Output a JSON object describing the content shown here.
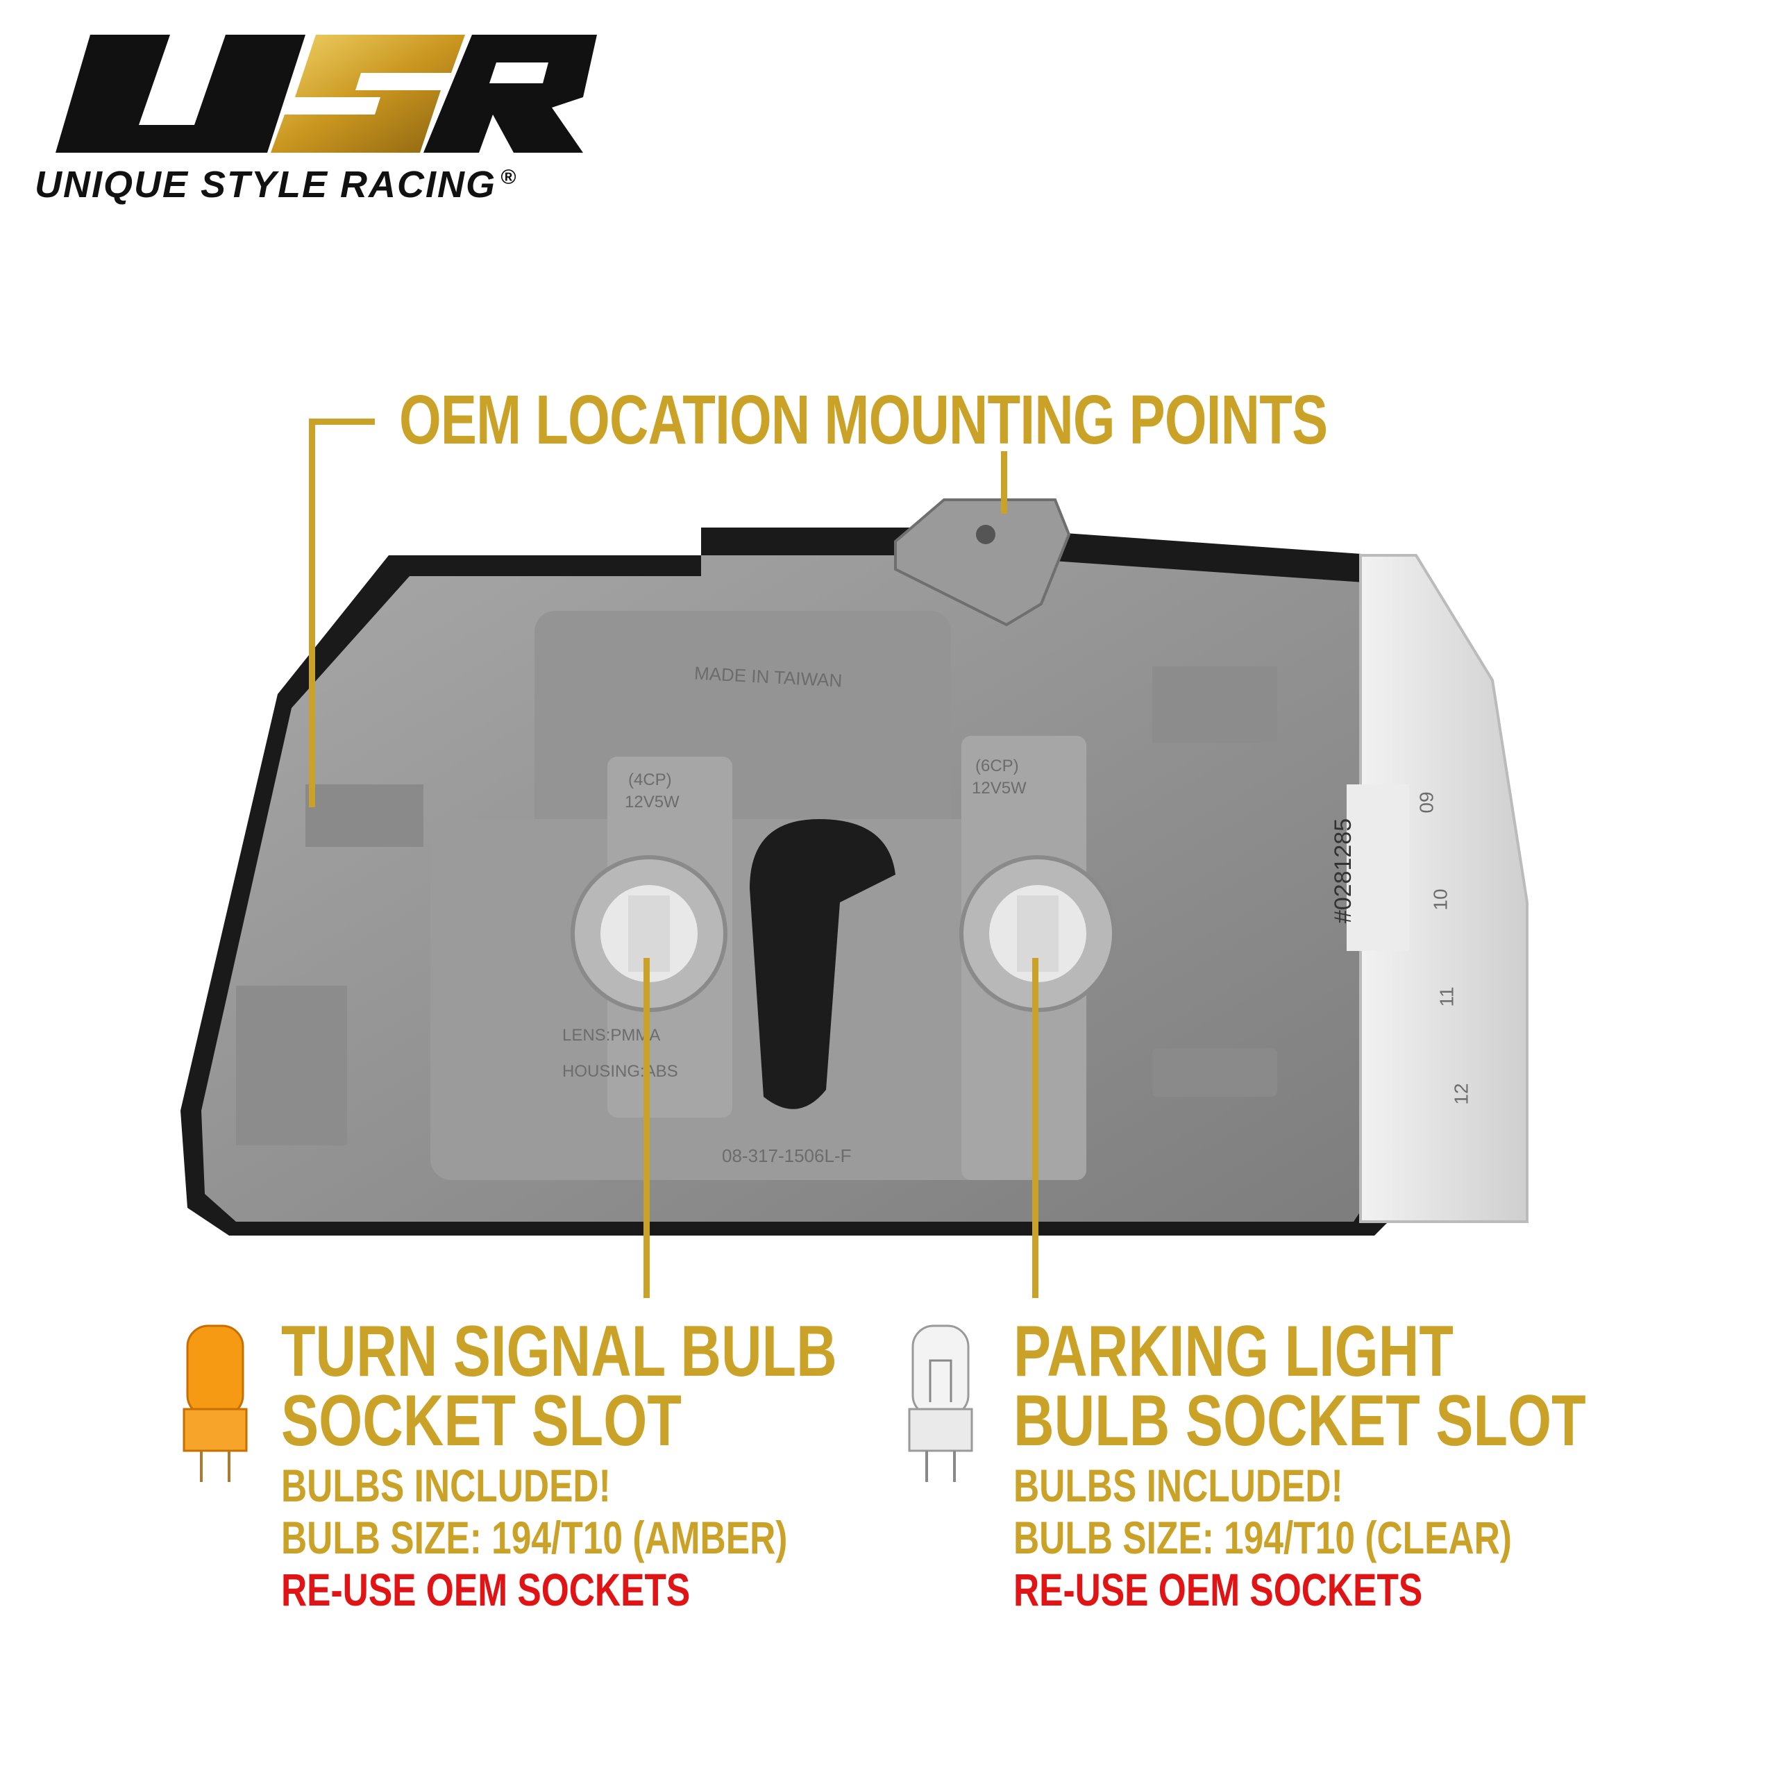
{
  "brand": {
    "logo_letters": "USR",
    "tagline": "UNIQUE STYLE RACING",
    "registered_mark": "®"
  },
  "callouts": {
    "mounting_points": "OEM LOCATION MOUNTING POINTS",
    "turn_signal": {
      "title_line1": "TURN SIGNAL BULB",
      "title_line2": "SOCKET SLOT",
      "line1": "BULBS INCLUDED!",
      "line2": "BULB SIZE: 194/T10 (AMBER)",
      "line3": "RE-USE OEM SOCKETS"
    },
    "parking_light": {
      "title_line1": "PARKING LIGHT",
      "title_line2": "BULB SOCKET SLOT",
      "line1": "BULBS INCLUDED!",
      "line2": "BULB SIZE: 194/T10 (CLEAR)",
      "line3": "RE-USE OEM SOCKETS"
    }
  },
  "housing_markings": {
    "made_in": "MADE IN TAIWAN",
    "left_socket_rating_1": "(4CP)",
    "left_socket_rating_2": "12V5W",
    "right_socket_rating_1": "(6CP)",
    "right_socket_rating_2": "12V5W",
    "material_1": "LENS:PMMA",
    "material_2": "HOUSING:ABS",
    "part_number": "08-317-1506L-F",
    "label_number": "#0281285",
    "date_09": "09",
    "date_10": "10",
    "date_11": "11",
    "date_12": "12"
  },
  "colors": {
    "gold": "#c9a227",
    "red": "#e01414",
    "housing_gray": "#8f8f8f",
    "amber_bulb": "#f59a12"
  },
  "icons": [
    "amber-bulb-icon",
    "clear-bulb-icon"
  ]
}
